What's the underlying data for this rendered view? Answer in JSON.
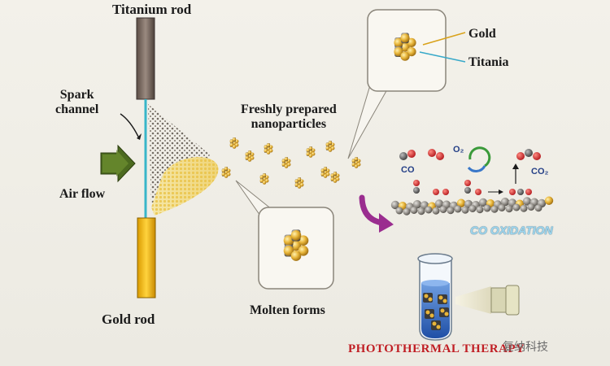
{
  "labels": {
    "titanium_rod": "Titanium rod",
    "spark_channel": "Spark\nchannel",
    "air_flow": "Air flow",
    "gold_rod": "Gold rod",
    "freshly_prepared": "Freshly prepared\nnanoparticles",
    "molten_forms": "Molten forms",
    "gold": "Gold",
    "titania": "Titania",
    "co_oxidation": "CO OXIDATION",
    "photothermal": "PHOTOTHERMAL THERAPY",
    "watermark": "复纳科技"
  },
  "chem": {
    "co": "CO",
    "o2": "O₂",
    "co2": "CO₂"
  },
  "colors": {
    "titanium_rod": "#7a6a60",
    "gold_rod": "#e8b10b",
    "spark": "#38b6c9",
    "particle_gold": "#e6b33a",
    "particle_titania": "#8d8a85",
    "arrow_green": "#4c6a1f",
    "arrow_purple": "#9a2d8f",
    "photo_red": "#c01e24",
    "oxygen_red": "#c8242a",
    "carbon_gray": "#555555"
  }
}
